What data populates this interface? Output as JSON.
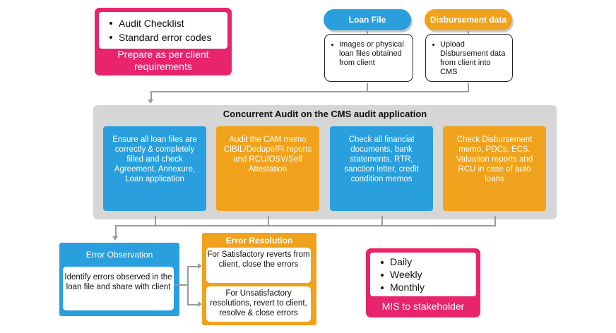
{
  "prepare": {
    "items": [
      "Audit Checklist",
      "Standard error codes"
    ],
    "caption": "Prepare as per client requirements"
  },
  "loan_file": {
    "label": "Loan File",
    "note": "Images or physical loan files obtained from client"
  },
  "disbursement": {
    "label": "Disbursement data",
    "note": "Upload Disbursement data from client into CMS"
  },
  "audit": {
    "title": "Concurrent Audit on the CMS audit application",
    "cards": [
      {
        "text": "Ensure all loan files are correctly & completely filled and check Agreement, Annexure, Loan application",
        "color": "#2a9fdd"
      },
      {
        "text": "Audit the CAM memo CIBIL/Dedupe/FI reports and RCU/OSV/Self Attestation",
        "color": "#f0a21c"
      },
      {
        "text": "Check all financial documents, bank statements, RTR, sanction letter, credit condition memos",
        "color": "#2a9fdd"
      },
      {
        "text": "Check Disbursement memo, PDCs, ECS. Valuation reports and RCU in case of auto loans",
        "color": "#f0a21c"
      }
    ]
  },
  "error_observation": {
    "title": "Error Observation",
    "text": "Identify errors observed in the loan file and share with client"
  },
  "error_resolution": {
    "title": "Error Resolution",
    "satisfactory": "For Satisfactory reverts from client, close the errors",
    "unsatisfactory": "For Unsatisfactory resolutions, revert to client, resolve & close errors"
  },
  "mis": {
    "items": [
      "Daily",
      "Weekly",
      "Monthly"
    ],
    "caption": "MIS to stakeholder"
  },
  "colors": {
    "pink": "#e8246d",
    "blue": "#2a9fdd",
    "orange": "#f0a21c",
    "grey_panel": "#d6d6d6",
    "connector": "#9a9a9a"
  }
}
